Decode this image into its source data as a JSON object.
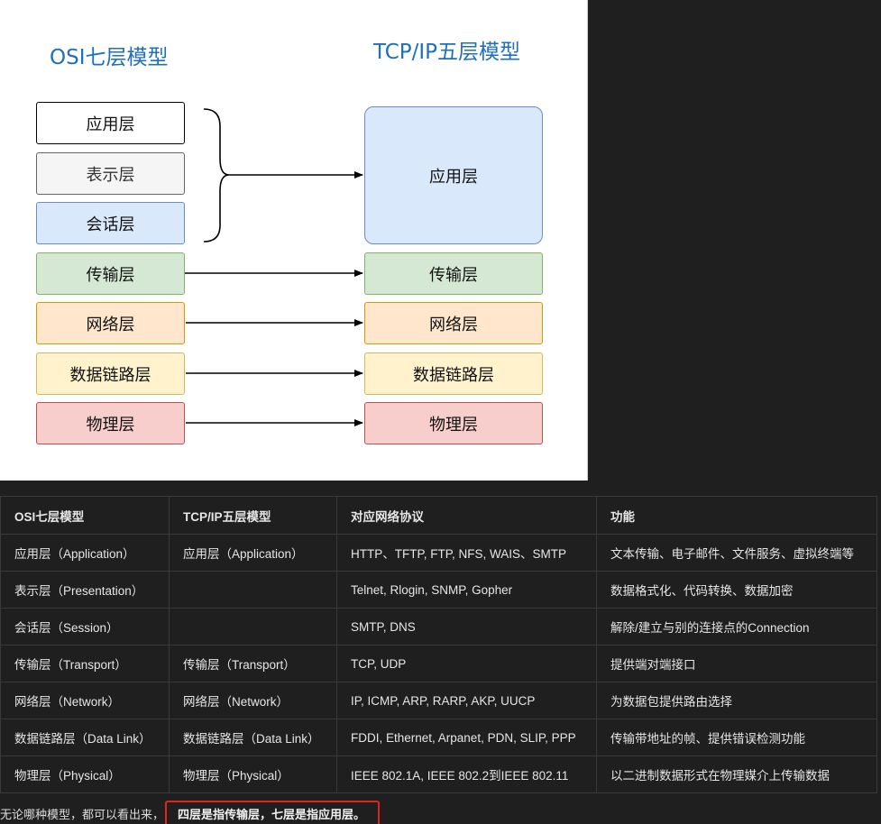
{
  "diagram": {
    "osi_heading": "OSI七层模型",
    "tcp_heading": "TCP/IP五层模型",
    "osi_layers": [
      "应用层",
      "表示层",
      "会话层",
      "传输层",
      "网络层",
      "数据链路层",
      "物理层"
    ],
    "tcp_layers": [
      "应用层",
      "传输层",
      "网络层",
      "数据链路层",
      "物理层"
    ],
    "colors": {
      "heading": "#1f6fbf",
      "application_fill": "#ffffff",
      "presentation_fill": "#f5f5f5",
      "session_fill": "#dae8fc",
      "transport_fill": "#d5e8d4",
      "network_fill": "#ffe6cc",
      "datalink_fill": "#fff2cc",
      "physical_fill": "#f8cecc"
    }
  },
  "table": {
    "headers": [
      "OSI七层模型",
      "TCP/IP五层模型",
      "对应网络协议",
      "功能"
    ],
    "rows": [
      [
        "应用层（Application）",
        "应用层（Application）",
        "HTTP、TFTP, FTP, NFS, WAIS、SMTP",
        "文本传输、电子邮件、文件服务、虚拟终端等"
      ],
      [
        "表示层（Presentation）",
        "",
        "Telnet, Rlogin, SNMP, Gopher",
        "数据格式化、代码转换、数据加密"
      ],
      [
        "会话层（Session）",
        "",
        "SMTP, DNS",
        "解除/建立与别的连接点的Connection"
      ],
      [
        "传输层（Transport）",
        "传输层（Transport）",
        "TCP, UDP",
        "提供端对端接口"
      ],
      [
        "网络层（Network）",
        "网络层（Network）",
        "IP, ICMP, ARP, RARP, AKP, UUCP",
        "为数据包提供路由选择"
      ],
      [
        "数据链路层（Data Link）",
        "数据链路层（Data Link）",
        "FDDI, Ethernet, Arpanet, PDN, SLIP, PPP",
        "传输带地址的帧、提供错误检测功能"
      ],
      [
        "物理层（Physical）",
        "物理层（Physical）",
        "IEEE 802.1A, IEEE 802.2到IEEE 802.11",
        "以二进制数据形式在物理媒介上传输数据"
      ]
    ]
  },
  "note": {
    "prefix": "无论哪种模型，都可以看出来，",
    "highlight": "四层是指传输层，七层是指应用层。",
    "highlight_border_color": "#e0241b"
  }
}
